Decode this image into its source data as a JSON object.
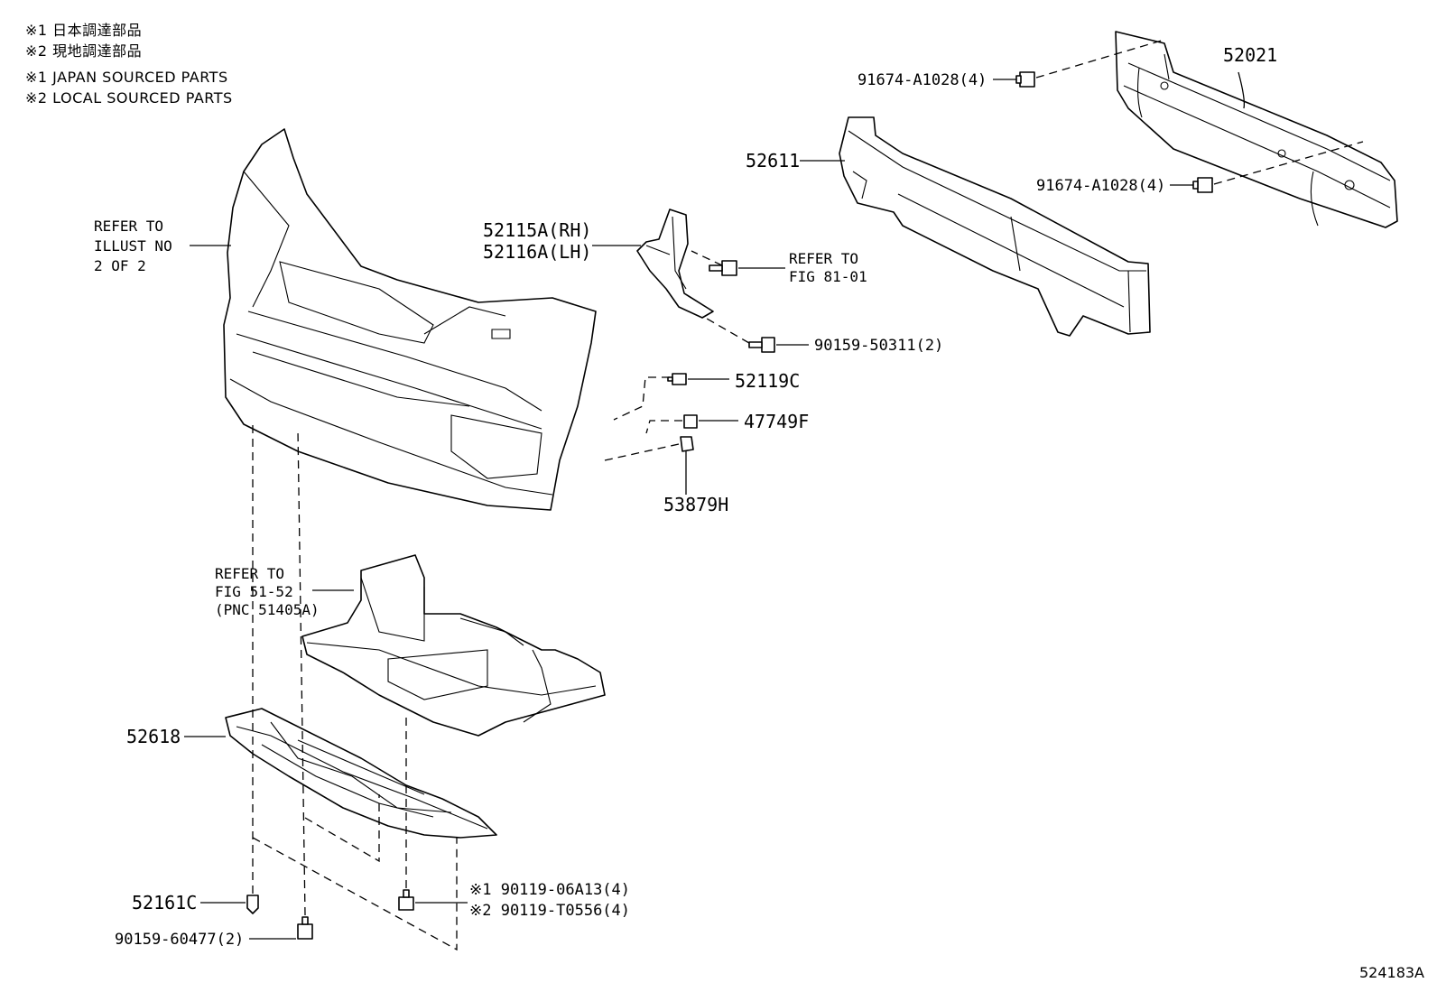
{
  "notes": [
    "※1 日本調達部品",
    "※2 現地調達部品",
    "※1 JAPAN SOURCED PARTS",
    "※2 LOCAL SOURCED PARTS"
  ],
  "labels": {
    "p52021": "52021",
    "p91674_top": "91674-A1028(4)",
    "p91674_bottom": "91674-A1028(4)",
    "p52611": "52611",
    "p52115": "52115A(RH)",
    "p52116": "52116A(LH)",
    "ref81_line1": "REFER TO",
    "ref81_line2": "FIG 81-01",
    "p90159_50311": "90159-50311(2)",
    "p52119": "52119C",
    "p47749": "47749F",
    "p53879": "53879H",
    "refill_line1": "REFER TO",
    "refill_line2": "ILLUST NO",
    "refill_line3": "2 OF 2",
    "ref51_line1": "REFER TO",
    "ref51_line2": "FIG 51-52",
    "ref51_line3": "(PNC 51405A)",
    "p52618": "52618",
    "p52161": "52161C",
    "p90159_60477": "90159-60477(2)",
    "p90119_06a13": "※1 90119-06A13(4)",
    "p90119_t0556": "※2 90119-T0556(4)"
  },
  "illustration_code": "524183A"
}
